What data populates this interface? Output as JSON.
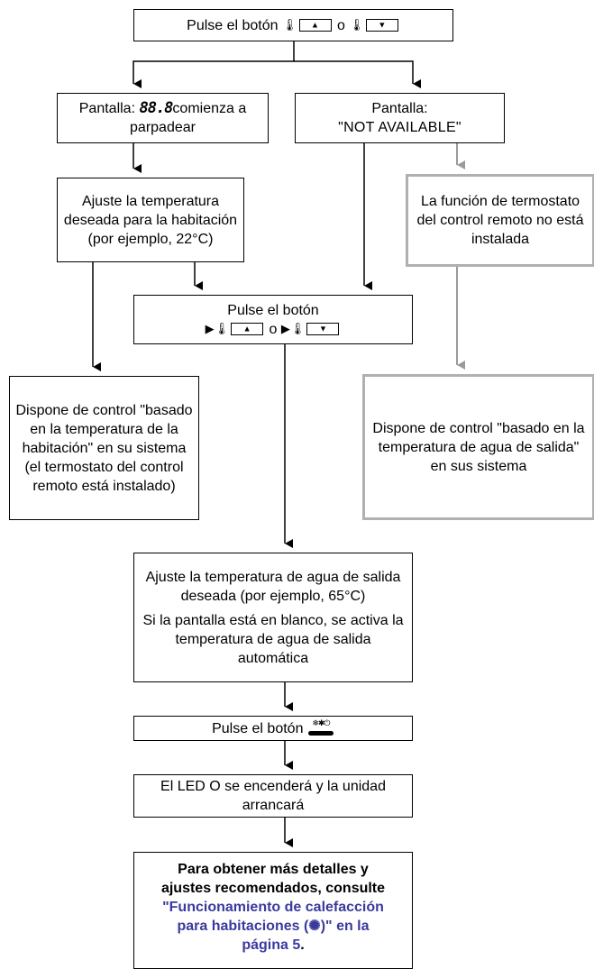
{
  "steps": {
    "press_button": {
      "prefix": "Pulse el botón",
      "or": "o"
    },
    "display_blink": {
      "prefix": "Pantalla:",
      "digits": "88.8",
      "suffix": "comienza a parpadear"
    },
    "display_na": {
      "line1": "Pantalla:",
      "line2": "\"NOT AVAILABLE\""
    },
    "set_room_temp": {
      "text": "Ajuste la temperatura deseada para la habitación (por ejemplo, 22°C)"
    },
    "not_installed": {
      "text": "La función de termostato del control remoto no está instalada"
    },
    "press_button_2": {
      "line1": "Pulse el botón",
      "or": "o"
    },
    "room_control": {
      "text": "Dispone de control \"basado en la temperatura de la habitación\" en su sistema (el termostato del control remoto está instalado)"
    },
    "water_control": {
      "text": "Dispone de control \"basado en la temperatura de agua de salida\" en sus sistema"
    },
    "set_water_temp": {
      "text1": "Ajuste la temperatura de agua de salida deseada (por ejemplo, 65°C)",
      "text2": "Si la pantalla está en blanco, se activa la temperatura de agua de salida automática"
    },
    "press_onoff": {
      "prefix": "Pulse el botón"
    },
    "led_on": {
      "text": "El LED O se encenderá y la unidad arrancará"
    },
    "details": {
      "bold": "Para obtener más detalles y ajustes recomendados, consulte",
      "link": "\"Funcionamiento de calefacción para habitaciones (",
      "link_end": ")\" en la página 5",
      "period": "."
    }
  },
  "icons": {
    "thermometer": "thermometer-icon",
    "arrow_up": "▲",
    "arrow_down": "▼",
    "onoff_symbols": "❄✱⏻",
    "heating": "✺"
  },
  "colors": {
    "link": "#3a3a9e",
    "grey_border": "#b0b0b0"
  }
}
